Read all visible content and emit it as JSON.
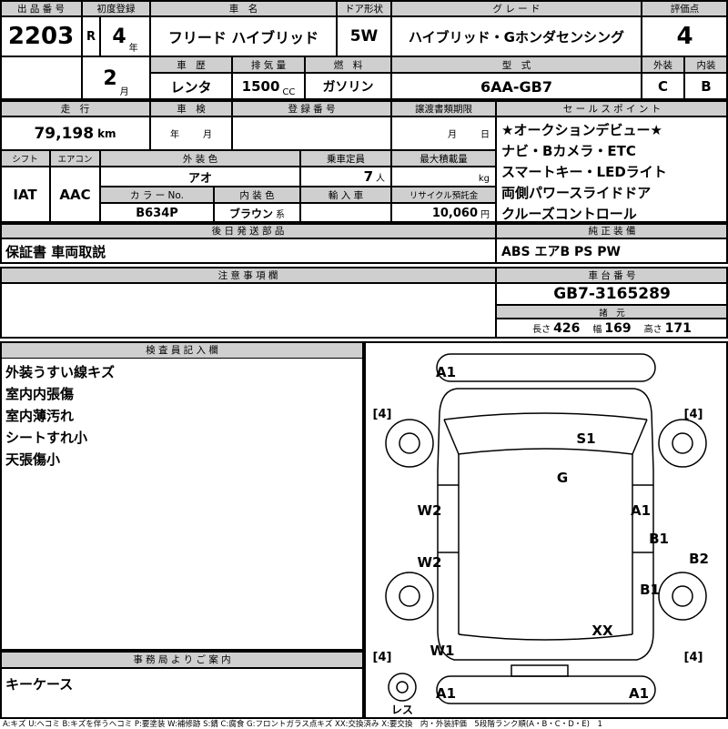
{
  "top": {
    "lot": {
      "label": "出 品 番 号",
      "value": "2203"
    },
    "first_reg": {
      "label": "初度登録",
      "era": "R",
      "year": "4",
      "year_unit": "年",
      "month": "2",
      "month_unit": "月"
    },
    "car_name": {
      "label": "車　名",
      "value": "フリード ハイブリッド"
    },
    "door": {
      "label": "ドア形状",
      "value": "5W"
    },
    "grade": {
      "label": "グ レ ー ド",
      "value": "ハイブリッド・Gホンダセンシング"
    },
    "score": {
      "label": "評価点",
      "value": "4"
    },
    "history": {
      "label": "車　歴",
      "value": "レンタ"
    },
    "displacement": {
      "label": "排 気 量",
      "value": "1500",
      "unit": "CC"
    },
    "fuel": {
      "label": "燃　料",
      "value": "ガソリン"
    },
    "model": {
      "label": "型　式",
      "value": "6AA-GB7"
    },
    "exterior": {
      "label": "外装",
      "value": "C"
    },
    "interior": {
      "label": "内装",
      "value": "B"
    }
  },
  "middle": {
    "mileage": {
      "label": "走　行",
      "value": "79,198",
      "unit": "km"
    },
    "inspection": {
      "label": "車　検",
      "year_unit": "年",
      "month_unit": "月"
    },
    "reg_no": {
      "label": "登 録 番 号",
      "value": ""
    },
    "transfer": {
      "label": "譲渡書類期限",
      "month_unit": "月",
      "day_unit": "日"
    },
    "sales_points": {
      "label": "セ ー ル ス ポ イ ン ト",
      "lines": [
        "★オークションデビュー★",
        "ナビ・Bカメラ・ETC",
        "スマートキー・LEDライト",
        "両側パワースライドドア",
        "クルーズコントロール"
      ]
    },
    "shift": {
      "label": "シフト",
      "value": "IAT"
    },
    "aircon": {
      "label": "エアコン",
      "value": "AAC"
    },
    "exterior_color": {
      "label": "外 装 色",
      "value": "アオ"
    },
    "capacity": {
      "label": "乗車定員",
      "value": "7",
      "unit": "人"
    },
    "max_load": {
      "label": "最大積載量",
      "value": "",
      "unit": "kg"
    },
    "color_no": {
      "label": "カ ラ ー No.",
      "value": "B634P"
    },
    "interior_color": {
      "label": "内 装 色",
      "value": "ブラウン",
      "unit": "系"
    },
    "import_car": {
      "label": "輸 入 車",
      "value": ""
    },
    "recycle": {
      "label": "リサイクル預託金",
      "value": "10,060",
      "unit": "円"
    }
  },
  "parts": {
    "label": "後 日 発 送 部 品",
    "value": "保証書 車両取説"
  },
  "equipment": {
    "label": "純 正 装 備",
    "value": "ABS エアB PS PW"
  },
  "notes": {
    "label": "注 意 事 項 欄",
    "value": ""
  },
  "chassis": {
    "label": "車 台 番 号",
    "value": "GB7-3165289"
  },
  "spec": {
    "label": "諸　元",
    "length_label": "長さ",
    "length": "426",
    "width_label": "幅",
    "width": "169",
    "height_label": "高さ",
    "height": "171"
  },
  "inspector": {
    "label": "検 査 員 記 入 欄",
    "lines": [
      "外装うすい線キズ",
      "室内内張傷",
      "室内薄汚れ",
      "シートすれ小",
      "天張傷小"
    ]
  },
  "office": {
    "label": "事 務 局 よ り ご 案 内",
    "value": "キーケース"
  },
  "diagram": {
    "labels": [
      {
        "text": "A1"
      },
      {
        "text": "[4]"
      },
      {
        "text": "[4]"
      },
      {
        "text": "S1"
      },
      {
        "text": "G"
      },
      {
        "text": "W2"
      },
      {
        "text": "A1"
      },
      {
        "text": "B1"
      },
      {
        "text": "W2"
      },
      {
        "text": "B2"
      },
      {
        "text": "B1"
      },
      {
        "text": "XX"
      },
      {
        "text": "W1"
      },
      {
        "text": "[4]"
      },
      {
        "text": "[4]"
      },
      {
        "text": "A1"
      },
      {
        "text": "A1"
      },
      {
        "text": "レス"
      }
    ]
  },
  "footer": {
    "legend": "A:キズ U:ヘコミ B:キズを伴うヘコミ P:要塗装 W:補修跡 S:錆 C:腐食 G:フロントガラス点キズ XX:交換済み X:要交換　内・外装評価　5段階ランク順(A・B・C・D・E)　1"
  }
}
